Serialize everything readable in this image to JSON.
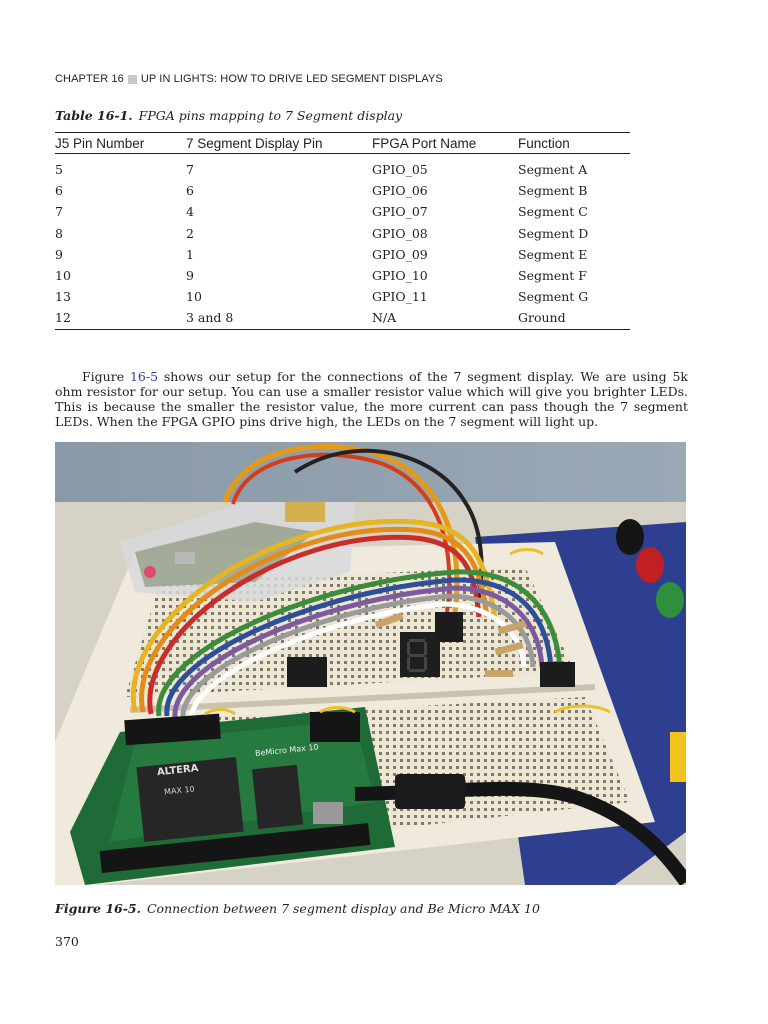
{
  "header": {
    "chapter": "CHAPTER 16",
    "title": "UP IN LIGHTS: HOW TO DRIVE LED SEGMENT DISPLAYS"
  },
  "table": {
    "caption_label": "Table 16-1.",
    "caption_text": "FPGA pins mapping to 7 Segment display",
    "columns": [
      "J5 Pin Number",
      "7 Segment Display Pin",
      "FPGA Port Name",
      "Function"
    ],
    "rows": [
      [
        "5",
        "7",
        "GPIO_05",
        "Segment A"
      ],
      [
        "6",
        "6",
        "GPIO_06",
        "Segment B"
      ],
      [
        "7",
        "4",
        "GPIO_07",
        "Segment C"
      ],
      [
        "8",
        "2",
        "GPIO_08",
        "Segment D"
      ],
      [
        "9",
        "1",
        "GPIO_09",
        "Segment E"
      ],
      [
        "10",
        "9",
        "GPIO_10",
        "Segment F"
      ],
      [
        "13",
        "10",
        "GPIO_11",
        "Segment G"
      ],
      [
        "12",
        "3 and 8",
        "N/A",
        "Ground"
      ]
    ]
  },
  "paragraph": {
    "prefix": "Figure ",
    "link": "16-5",
    "text": " shows our setup for the connections of the 7 segment display. We are using 5k ohm resistor for our setup. You can use a smaller resistor value which will give you brighter LEDs. This is because the smaller the resistor value, the more current can pass though the 7 segment LEDs. When the FPGA GPIO pins drive high, the LEDs on the 7 segment will light up."
  },
  "figure": {
    "caption_label": "Figure 16-5.",
    "caption_text": "Connection between 7 segment display and Be Micro MAX 10",
    "board_brand": "ALTERA",
    "board_chip": "MAX 10",
    "board_name": "BeMicro Max 10"
  },
  "page_number": "370"
}
